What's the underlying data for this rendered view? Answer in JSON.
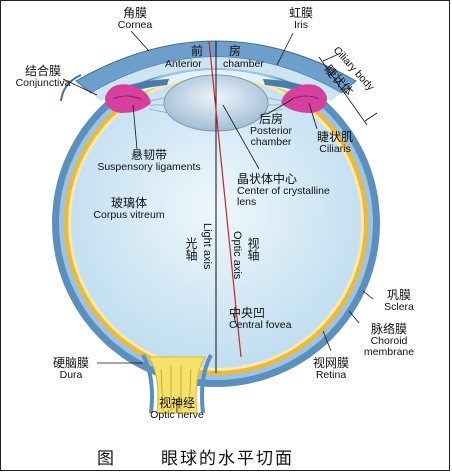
{
  "labels": {
    "cornea": {
      "zh": "角膜",
      "en": "Cornea"
    },
    "iris": {
      "zh": "虹膜",
      "en": "Iris"
    },
    "conjunctiva": {
      "zh": "结合膜",
      "en": "Conjunctiva"
    },
    "anterior_chamber": {
      "zh_front": "前",
      "zh_back": "房",
      "en_anterior": "Anterior",
      "en_chamber": "chamber"
    },
    "ciliary_body": {
      "en": "Ciliary body",
      "zh": "睫状体"
    },
    "posterior_chamber": {
      "zh": "后房",
      "en_line1": "Posterior",
      "en_line2": "chamber"
    },
    "ciliaris": {
      "zh": "睫状肌",
      "en": "Ciliaris"
    },
    "suspensory_ligaments": {
      "zh": "悬韧带",
      "en": "Suspensory ligaments"
    },
    "lens_center": {
      "zh": "晶状体中心",
      "en_line1": "Center of crystalline",
      "en_line2": "lens"
    },
    "corpus_vitreum": {
      "zh": "玻璃体",
      "en": "Corpus vitreum"
    },
    "light_axis": {
      "en": "Light axis",
      "zh": "光轴"
    },
    "optic_axis": {
      "en": "Optic axis",
      "zh": "视轴"
    },
    "central_fovea": {
      "zh": "中央凹",
      "en": "Central fovea"
    },
    "sclera": {
      "zh": "巩膜",
      "en": "Sclera"
    },
    "choroid": {
      "zh": "脉络膜",
      "en_line1": "Choroid",
      "en_line2": "membrane"
    },
    "retina": {
      "zh": "视网膜",
      "en": "Retina"
    },
    "dura": {
      "zh": "硬脑膜",
      "en": "Dura"
    },
    "optic_nerve": {
      "zh": "视神经",
      "en": "Optic nerve"
    }
  },
  "caption": {
    "prefix": "图",
    "title": "眼球的水平切面"
  },
  "colors": {
    "sclera": "#4f86b8",
    "choroid": "#f2b830",
    "vitreous": "#d8ecf7",
    "lens": "#c9dbe9",
    "ciliary": "#d63f9e",
    "optic_nerve": "#f5e26a",
    "axis_red": "#cc2222",
    "axis_black": "#111111"
  }
}
